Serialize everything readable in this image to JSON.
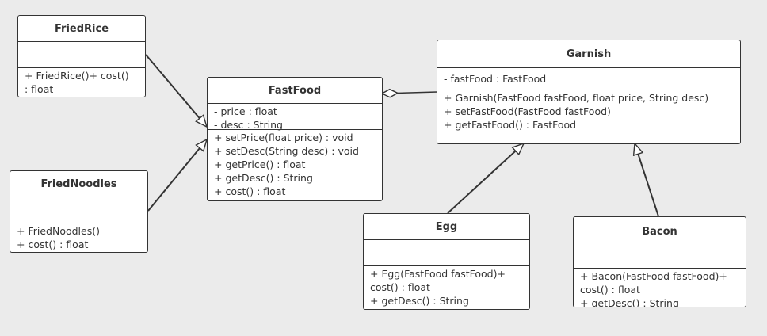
{
  "classes": {
    "friedrice": {
      "name": "FriedRice",
      "attributes": [],
      "operations": [
        "+ FriedRice()+ cost()",
        ": float"
      ]
    },
    "friednoodles": {
      "name": "FriedNoodles",
      "attributes": [],
      "operations": [
        "+ FriedNoodles()",
        "+ cost() : float"
      ]
    },
    "fastfood": {
      "name": "FastFood",
      "attributes": [
        "- price : float",
        "- desc : String"
      ],
      "operations": [
        "+ setPrice(float price) : void",
        "+ setDesc(String desc) : void",
        "+ getPrice() : float",
        "+ getDesc() : String",
        "+ cost() : float"
      ]
    },
    "garnish": {
      "name": "Garnish",
      "attributes": [
        "- fastFood : FastFood"
      ],
      "operations": [
        "+ Garnish(FastFood fastFood, float price, String desc)",
        "+ setFastFood(FastFood fastFood)",
        "+ getFastFood() : FastFood"
      ]
    },
    "egg": {
      "name": "Egg",
      "attributes": [],
      "operations": [
        "+ Egg(FastFood fastFood)+",
        "cost() : float",
        "+ getDesc() : String"
      ]
    },
    "bacon": {
      "name": "Bacon",
      "attributes": [],
      "operations": [
        "+ Bacon(FastFood fastFood)+",
        "cost() : float",
        "+ getDesc() : String"
      ]
    }
  },
  "relations": [
    {
      "type": "generalization",
      "from": "friedrice",
      "to": "fastfood"
    },
    {
      "type": "generalization",
      "from": "friednoodles",
      "to": "fastfood"
    },
    {
      "type": "aggregation",
      "from": "garnish",
      "to": "fastfood"
    },
    {
      "type": "generalization",
      "from": "egg",
      "to": "garnish"
    },
    {
      "type": "generalization",
      "from": "bacon",
      "to": "garnish"
    }
  ],
  "colors": {
    "line": "#333333",
    "box_fill": "#ffffff",
    "background": "#ebebeb"
  }
}
